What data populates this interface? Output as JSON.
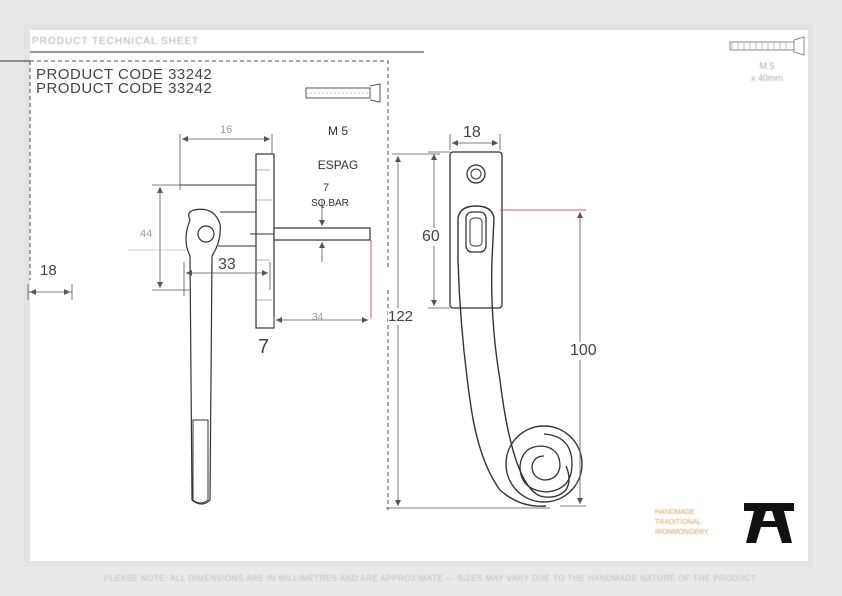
{
  "header": {
    "text": "PRODUCT TECHNICAL SHEET"
  },
  "product": {
    "code_line_1": "PRODUCT CODE 33242",
    "code_line_2": "PRODUCT CODE 33242"
  },
  "dimensions": {
    "side_top": "16",
    "side_height": "44",
    "side_width_33": "33",
    "plate_thickness": "7",
    "spindle_length": "34",
    "base_width": "18",
    "top_width": "18",
    "mounting_height": "60",
    "overall_height": "122",
    "handle_length": "100"
  },
  "screw_callout": {
    "size": "M 5",
    "type": "ESPAG",
    "bar_size": "7",
    "bar_label": "SQ.BAR"
  },
  "screw_caption": {
    "line1": "M 5",
    "line2": "x 40mm"
  },
  "brand": {
    "lines": [
      "HANDMADE",
      "TRADITIONAL",
      "IRONMONGERY"
    ]
  },
  "footer": {
    "text": "PLEASE NOTE: ALL DIMENSIONS ARE IN MILLIMETRES AND ARE APPROXIMATE — SIZES MAY VARY DUE TO THE HANDMADE NATURE OF THE PRODUCT"
  },
  "colors": {
    "line": "#3c3c3c",
    "accent": "#e05a5a",
    "frame": "#e3e3e3",
    "brand": "#c8a26a"
  }
}
